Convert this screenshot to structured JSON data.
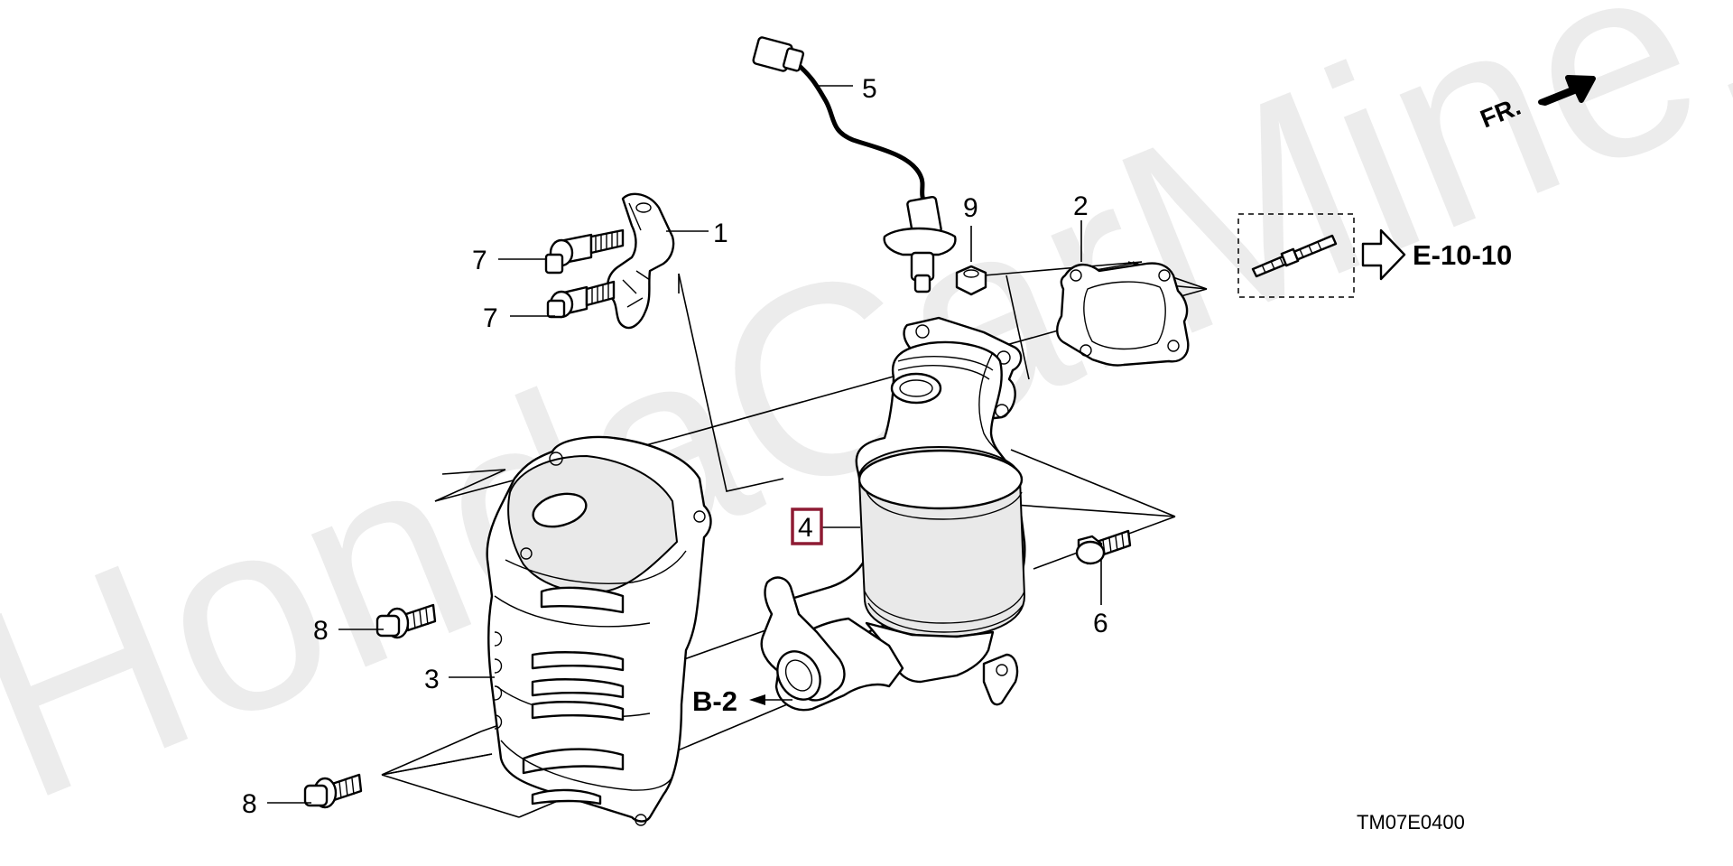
{
  "watermark": "HondaCarMine.ru",
  "front_indicator": "FR.",
  "drawing_code": "TM07E0400",
  "references": {
    "e_ref": "E-10-10",
    "b_ref": "B-2"
  },
  "callouts": {
    "c1": "1",
    "c2": "2",
    "c3": "3",
    "c4": "4",
    "c5": "5",
    "c6": "6",
    "c7a": "7",
    "c7b": "7",
    "c8a": "8",
    "c8b": "8",
    "c9": "9"
  },
  "highlight_color": "#8e1b33",
  "icons": [
    "front-arrow-icon",
    "reference-arrow-icon"
  ]
}
